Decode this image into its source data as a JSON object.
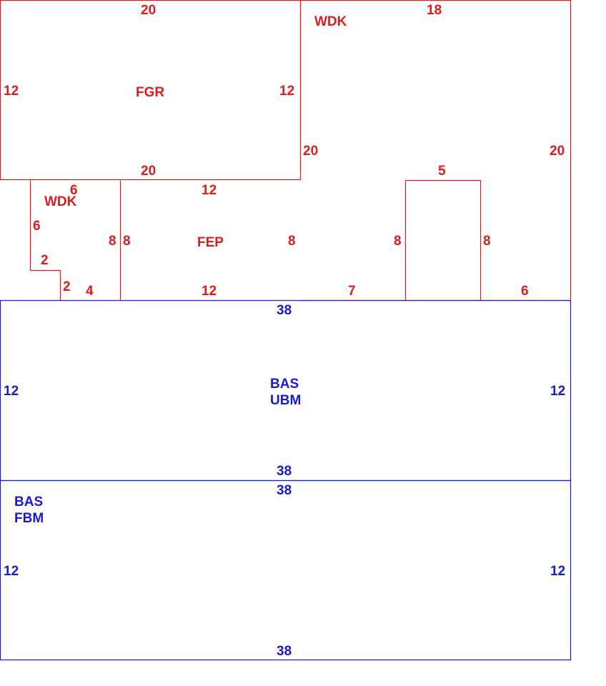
{
  "colors": {
    "upper_floor": "#dd1c1c",
    "basement": "#1a1ad0",
    "background": "#ffffff"
  },
  "areas": {
    "fgr": {
      "code": "FGR",
      "top": "20",
      "left": "12",
      "right": "12",
      "bottom": "20"
    },
    "wdk_large": {
      "code": "WDK",
      "top": "18",
      "left": "20",
      "right": "20",
      "bottom_left": "7",
      "bottom_right": "6"
    },
    "cutout": {
      "top": "5",
      "left": "8",
      "right": "8"
    },
    "wdk_small": {
      "code": "WDK",
      "top": "6",
      "left": "6",
      "step_horizontal": "2",
      "step_vertical": "2",
      "bottom": "4",
      "right": "8"
    },
    "fep": {
      "code": "FEP",
      "top": "12",
      "left": "8",
      "right": "8",
      "bottom": "12"
    },
    "bas_ubm": {
      "code_line1": "BAS",
      "code_line2": "UBM",
      "top": "38",
      "left": "12",
      "right": "12",
      "bottom": "38"
    },
    "bas_fbm": {
      "code_line1": "BAS",
      "code_line2": "FBM",
      "top": "38",
      "left": "12",
      "right": "12",
      "bottom": "38"
    }
  }
}
